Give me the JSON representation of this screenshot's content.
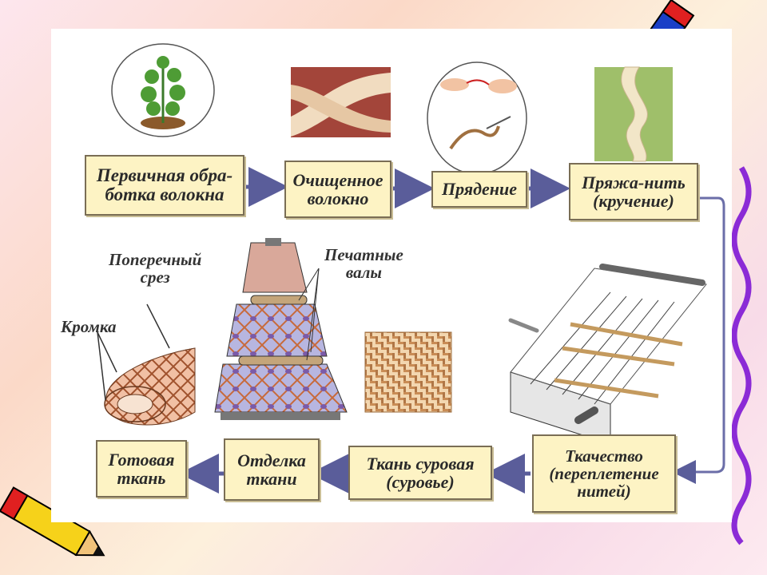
{
  "process_boxes": {
    "primary_processing": "Первичная обра-\nботка волокна",
    "cleaned_fiber": "Очищенное\nволокно",
    "spinning": "Прядение",
    "yarn_thread": "Пряжа-нить\n(кручение)",
    "weaving": "Ткачество\n(переплетение\nнитей)",
    "raw_fabric": "Ткань суровая\n(суровье)",
    "finishing": "Отделка\nткани",
    "finished_fabric": "Готовая\nткань"
  },
  "labels": {
    "cross_section": "Поперечный\nсрез",
    "selvage": "Кромка",
    "print_rollers": "Печатные\nвалы"
  },
  "colors": {
    "box_fill": "#fdf3c4",
    "arrow": "#5a5d9a",
    "loop_line": "#6b6ea8"
  }
}
